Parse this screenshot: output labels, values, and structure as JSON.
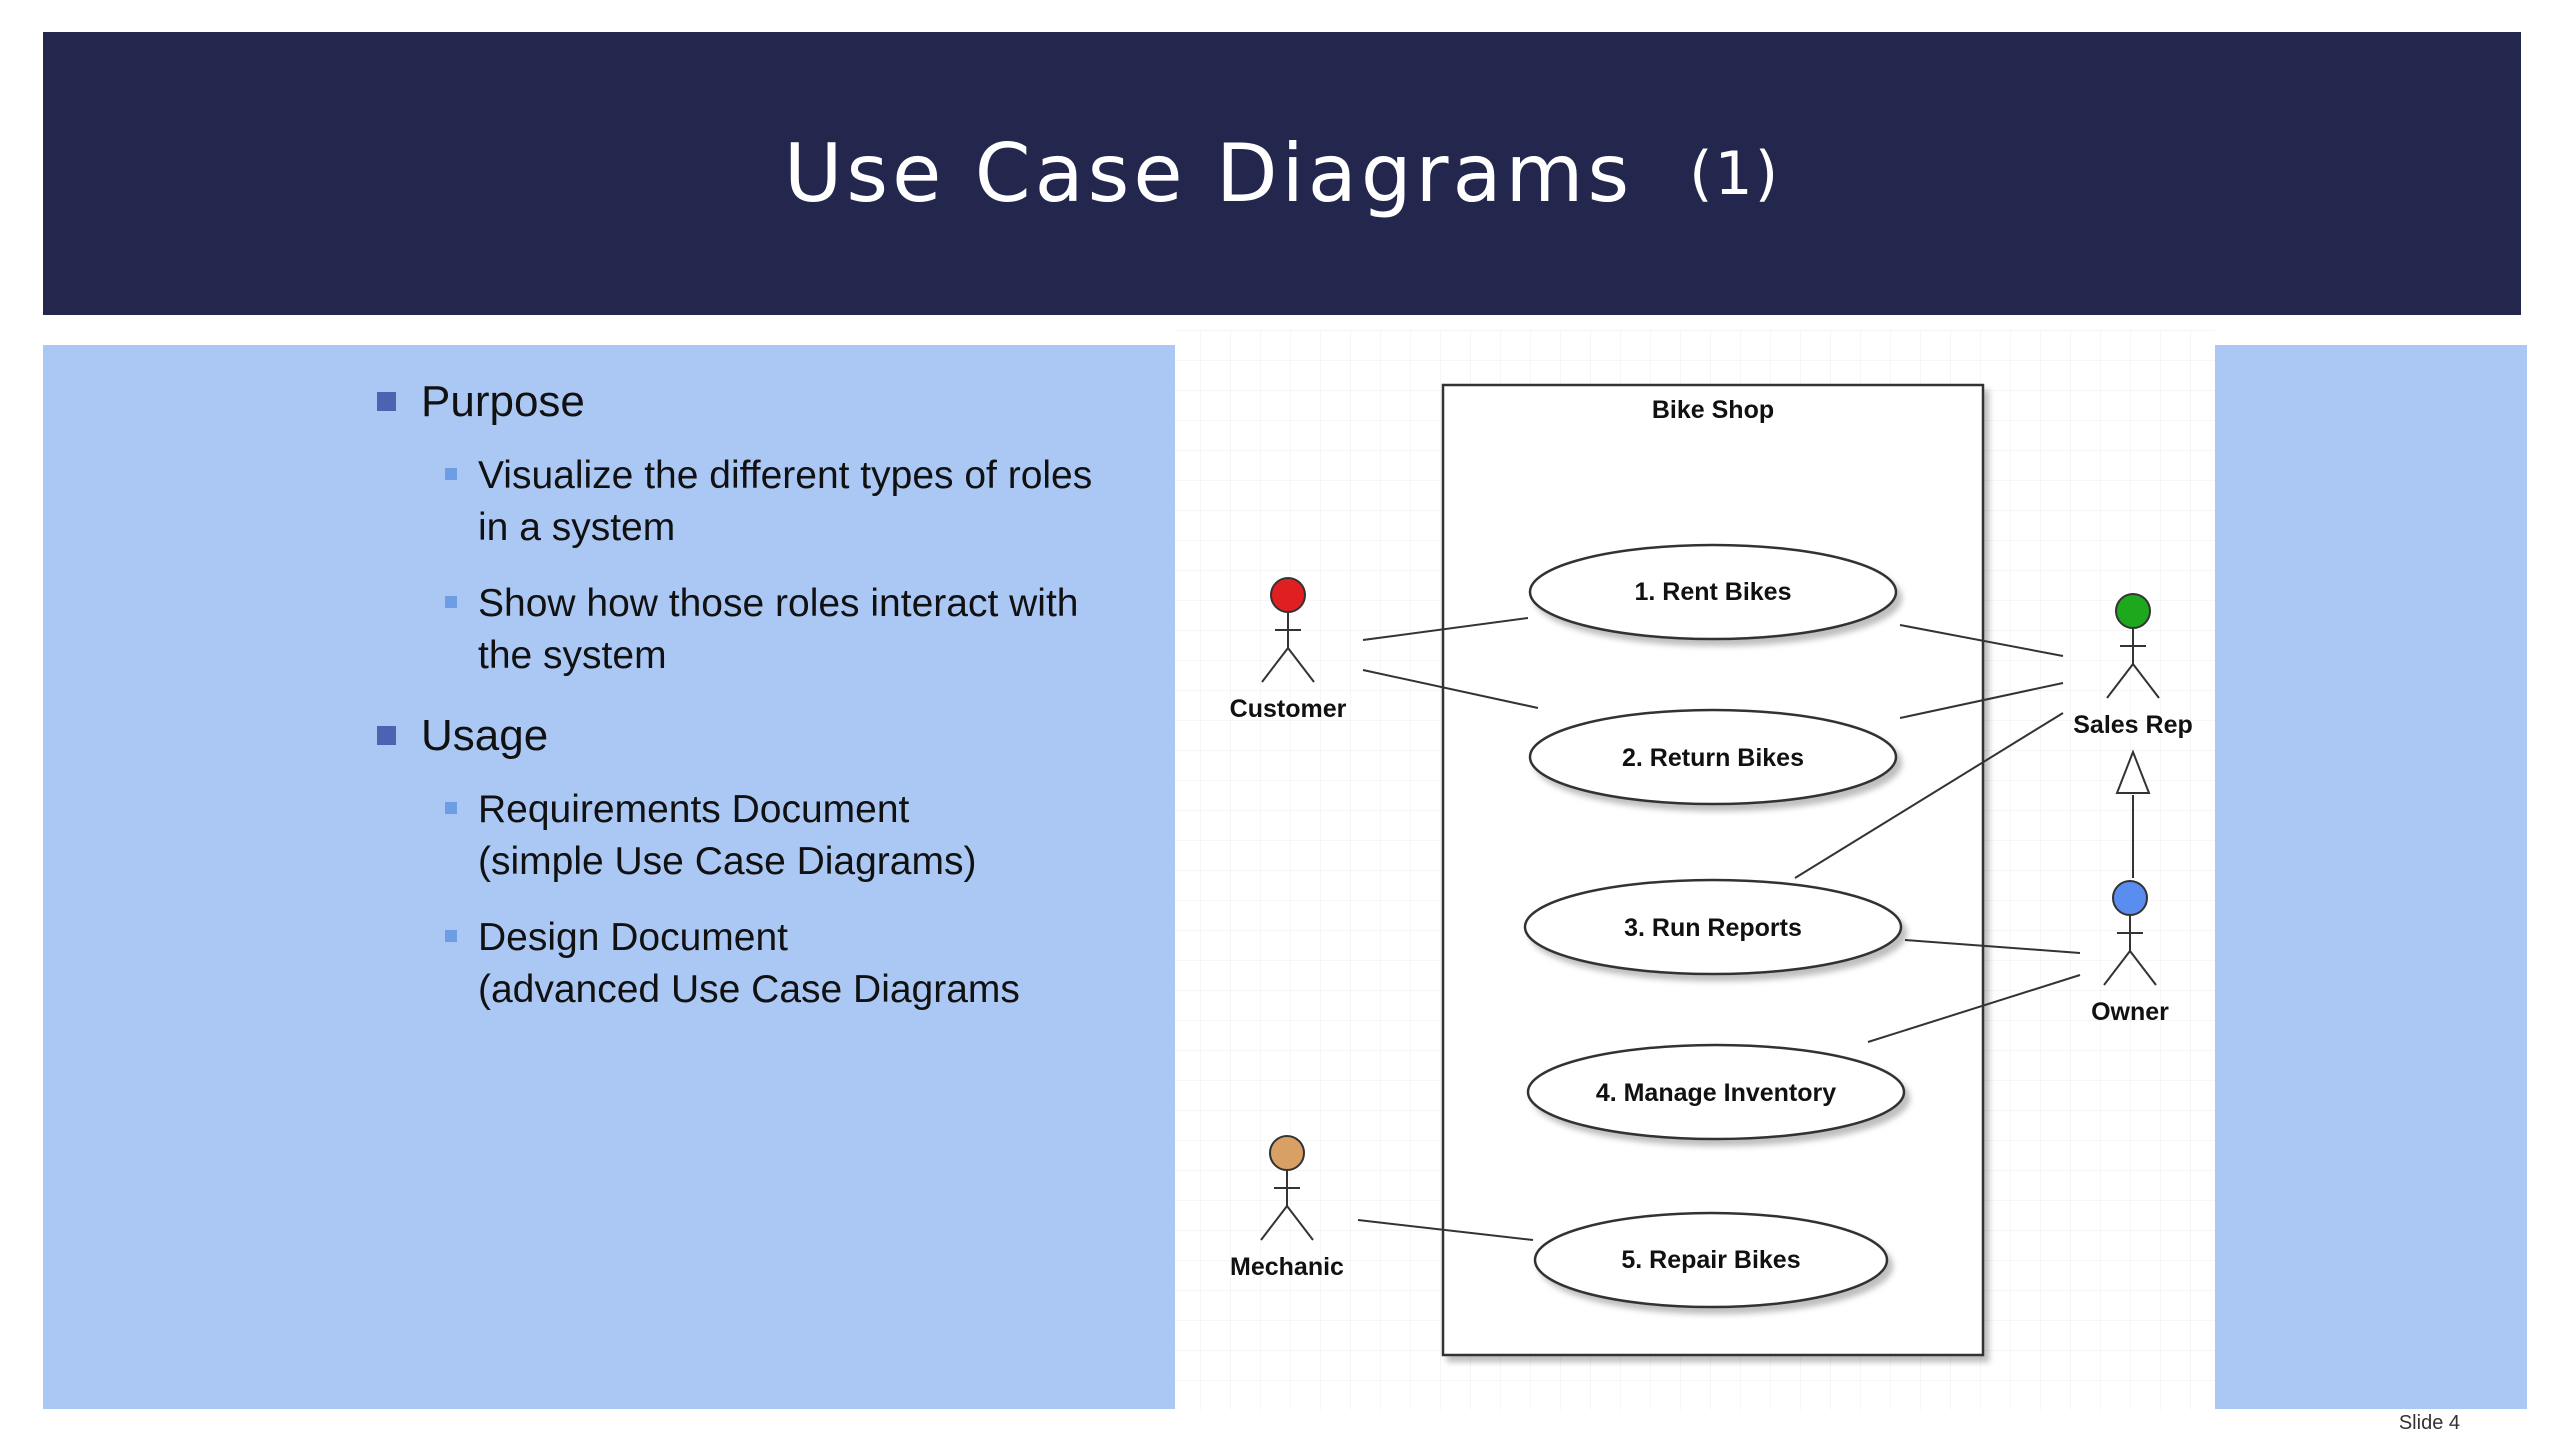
{
  "slide": {
    "title": "Use Case Diagrams",
    "title_suffix": "(1)",
    "slide_number": "Slide 4"
  },
  "bullets": {
    "purpose": {
      "heading": "Purpose",
      "items": [
        {
          "line1": "Visualize the different types of roles",
          "line2": "in a system"
        },
        {
          "line1": "Show how those roles interact with",
          "line2": "the system"
        }
      ]
    },
    "usage": {
      "heading": "Usage",
      "items": [
        {
          "line1": "Requirements Document",
          "line2": "(simple Use Case Diagrams)"
        },
        {
          "line1": "Design Document",
          "line2": "(advanced Use Case Diagrams"
        }
      ]
    }
  },
  "diagram": {
    "system_name": "Bike Shop",
    "use_cases": [
      "1. Rent Bikes",
      "2. Return Bikes",
      "3. Run Reports",
      "4. Manage Inventory",
      "5. Repair Bikes"
    ],
    "actors": [
      {
        "name": "Customer",
        "color": "#e02020"
      },
      {
        "name": "Sales Rep",
        "color": "#1ea81e"
      },
      {
        "name": "Owner",
        "color": "#5a8df0"
      },
      {
        "name": "Mechanic",
        "color": "#d9a066"
      }
    ]
  }
}
